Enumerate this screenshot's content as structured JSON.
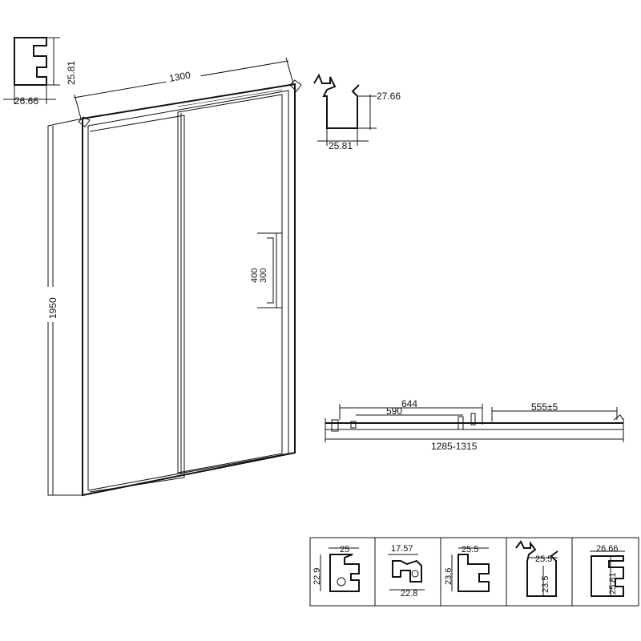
{
  "main_view": {
    "width": "1300",
    "height": "1950",
    "handle_outer": "400",
    "handle_inner": "300"
  },
  "profile_top_left": {
    "horizontal": "26.66",
    "vertical": "25.81"
  },
  "profile_top_right": {
    "horizontal": "25.81",
    "vertical": "27.66"
  },
  "plan_view": {
    "opening_a": "644",
    "opening_b": "590",
    "adjust": "555±5",
    "overall": "1285-1315"
  },
  "profile_table": [
    {
      "top": "25",
      "side": "22.9"
    },
    {
      "top": "17.57",
      "bottom": "22.8"
    },
    {
      "top": "25.5",
      "side": "23.6"
    },
    {
      "top": "25.5",
      "side": "23.5"
    },
    {
      "top": "26.66",
      "side": "25.81"
    }
  ]
}
